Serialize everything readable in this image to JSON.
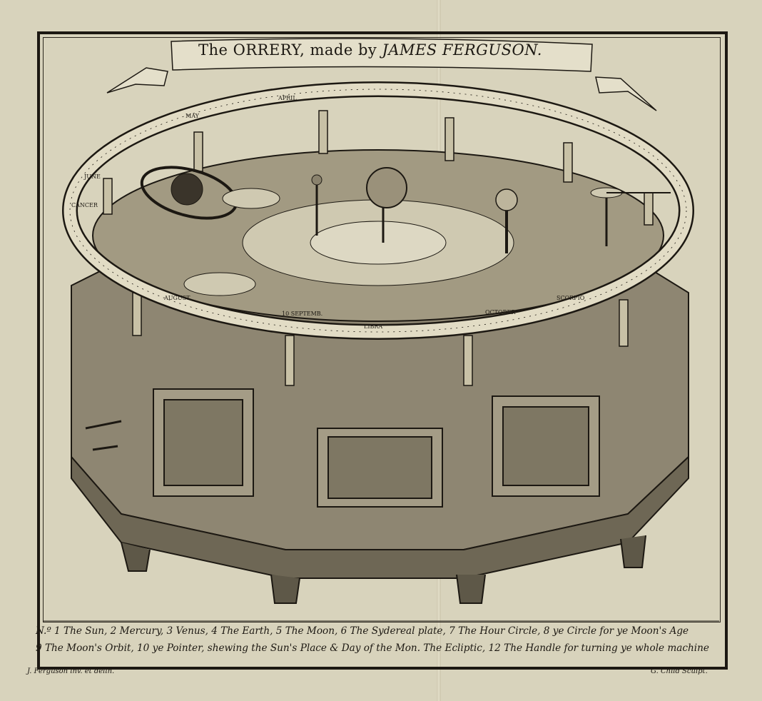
{
  "plate": {
    "title_prefix": "The ORRERY, made by ",
    "title_name": "JAMES FERGUSON.",
    "caption_line1": "N.º 1 The Sun, 2 Mercury, 3 Venus, 4 The Earth, 5 The Moon, 6 The Sydereal plate, 7 The Hour Circle, 8 ye Circle for ye Moon's Age",
    "caption_line2": "9 The Moon's Orbit, 10 ye Pointer, shewing the Sun's Place & Day of the Mon. The Ecliptic, 12 The Handle for turning ye whole machine",
    "credit_left": "J. Ferguson inv. et delin.",
    "credit_right": "G. Child Sculpt.",
    "ring_labels": [
      "APRIL",
      "MAY",
      "JUNE",
      "CANCER",
      "AUGUST",
      "10 SEPTEMB.",
      "LIBRA",
      "OCTOBER",
      "SCORPIO"
    ],
    "colors": {
      "paper": "#d8d3bc",
      "ink": "#1c1812"
    }
  }
}
